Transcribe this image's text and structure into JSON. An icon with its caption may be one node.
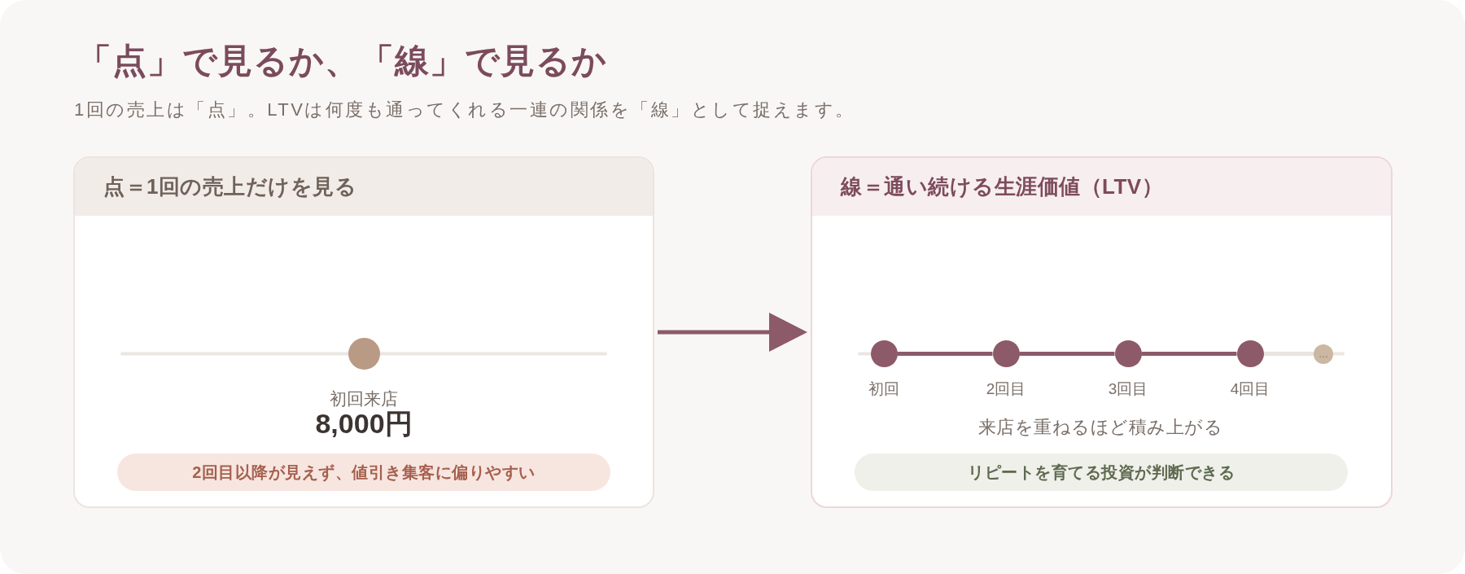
{
  "diagram": {
    "title": "「点」で見るか、「線」で見るか",
    "nodes": [
      {
        "text": [
          "点＝1回の売上だけを見る"
        ]
      },
      {
        "text": [],
        "shape": "circle",
        "in": 0,
        "beside": [
          "初回来店",
          "8,000円"
        ]
      },
      {
        "text": [
          "2回目以降が見えず、値引き集客に偏りやすい"
        ],
        "in": 0
      },
      {
        "text": [
          "線＝通い続ける生涯価値（LTV）",
          "来店を重ねるほど積み上がる"
        ]
      },
      {
        "text": [],
        "shape": "circle",
        "in": 3,
        "beside": [
          "初回"
        ]
      },
      {
        "text": [],
        "shape": "circle",
        "in": 3,
        "beside": [
          "2回目"
        ]
      },
      {
        "text": [],
        "shape": "circle",
        "in": 3,
        "beside": [
          "3回目"
        ]
      },
      {
        "text": [],
        "shape": "circle",
        "in": 3,
        "beside": [
          "4回目"
        ]
      },
      {
        "text": [
          "…"
        ],
        "in": 3
      },
      {
        "text": [
          "リピートを育てる投資が判断できる"
        ],
        "in": 3
      }
    ],
    "edges": [
      {
        "from": 0,
        "to": 3,
        "arrow": "to"
      },
      {
        "from": 4,
        "to": 5,
        "arrow": "none"
      },
      {
        "from": 5,
        "to": 6,
        "arrow": "none"
      },
      {
        "from": 6,
        "to": 7,
        "arrow": "none"
      },
      {
        "from": 7,
        "to": 8,
        "arrow": "none",
        "color": "#ebe4df"
      }
    ],
    "labels": [
      "1回の売上は「点」。LTVは何度も通ってくれる一連の関係を「線」として捉えます。"
    ]
  }
}
